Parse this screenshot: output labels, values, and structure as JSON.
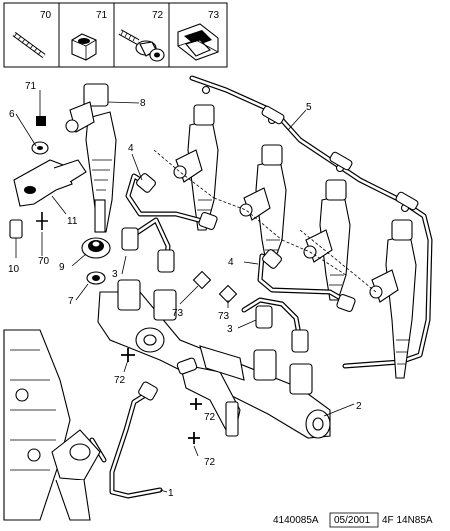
{
  "header_parts": [
    {
      "label": "70"
    },
    {
      "label": "71"
    },
    {
      "label": "72"
    },
    {
      "label": "73"
    }
  ],
  "callouts": [
    {
      "label": "71"
    },
    {
      "label": "8"
    },
    {
      "label": "6"
    },
    {
      "label": "4"
    },
    {
      "label": "5"
    },
    {
      "label": "11"
    },
    {
      "label": "10"
    },
    {
      "label": "70"
    },
    {
      "label": "9"
    },
    {
      "label": "3"
    },
    {
      "label": "7"
    },
    {
      "label": "73"
    },
    {
      "label": "4"
    },
    {
      "label": "73"
    },
    {
      "label": "3"
    },
    {
      "label": "72"
    },
    {
      "label": "72"
    },
    {
      "label": "2"
    },
    {
      "label": "72"
    },
    {
      "label": "1"
    }
  ],
  "footer": {
    "ref": "4140085A",
    "date": "05/2001",
    "code": "4F 14N85A"
  }
}
